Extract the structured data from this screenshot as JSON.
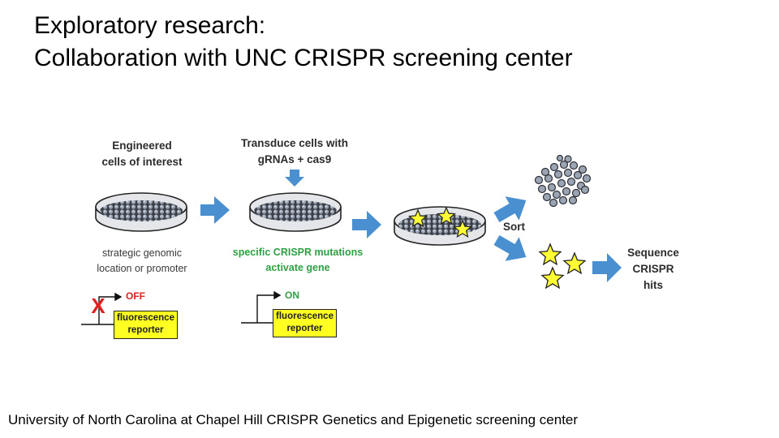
{
  "slide": {
    "title_line1": "Exploratory research:",
    "title_line2": "Collaboration with UNC CRISPR screening center",
    "footer": "University of North Carolina at Chapel Hill CRISPR Genetics and Epigenetic screening center"
  },
  "diagram": {
    "step1_title_line1": "Engineered",
    "step1_title_line2": "cells of interest",
    "step1_caption_line1": "strategic genomic",
    "step1_caption_line2": "location or promoter",
    "step2_title_line1": "Transduce cells with",
    "step2_title_line2": "gRNAs + cas9",
    "step2_caption_line1": "specific CRISPR mutations",
    "step2_caption_line2": "activate gene",
    "sort_label": "Sort",
    "sequence_line1": "Sequence",
    "sequence_line2": "CRISPR",
    "sequence_line3": "hits",
    "reporter_off_state": "OFF",
    "reporter_on_state": "ON",
    "reporter_line1": "fluorescence",
    "reporter_line2": "reporter",
    "x_mark": "X"
  },
  "colors": {
    "arrow": "#4a8fd0",
    "star": "#ffff33",
    "off": "#e0201c",
    "on": "#2ea043",
    "reporter": "#ffff22"
  }
}
